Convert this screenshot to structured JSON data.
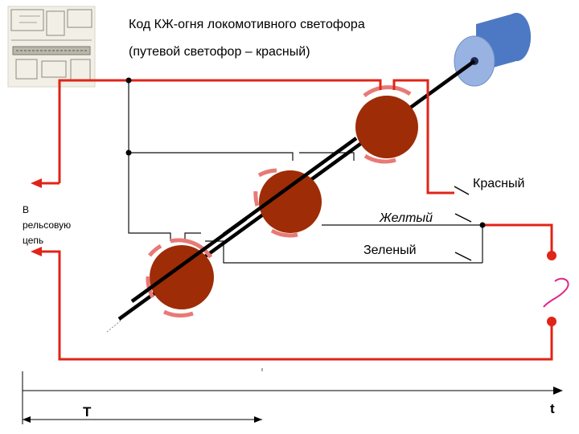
{
  "title": {
    "line1": "Код КЖ-огня локомотивного светофора",
    "line2": "(путевой светофор – красный)"
  },
  "signals": {
    "red": "Красный",
    "yellow": "Желтый",
    "green": "Зеленый"
  },
  "rail_circuit_label": [
    "В",
    "рельсовую",
    "цепь"
  ],
  "timeline": {
    "period_label": "T",
    "time_label": "t"
  },
  "colors": {
    "wire_red": "#e02418",
    "wire_black": "#111111",
    "cam_fill": "#9e2c06",
    "cam_edge": "#e87a76",
    "motor_body": "#4d78c4",
    "motor_face": "#98b2e2"
  },
  "icons": [
    "drawing-thumbnail-icon",
    "motor-icon",
    "cam-icon",
    "contact-icon",
    "ac-source-icon"
  ]
}
